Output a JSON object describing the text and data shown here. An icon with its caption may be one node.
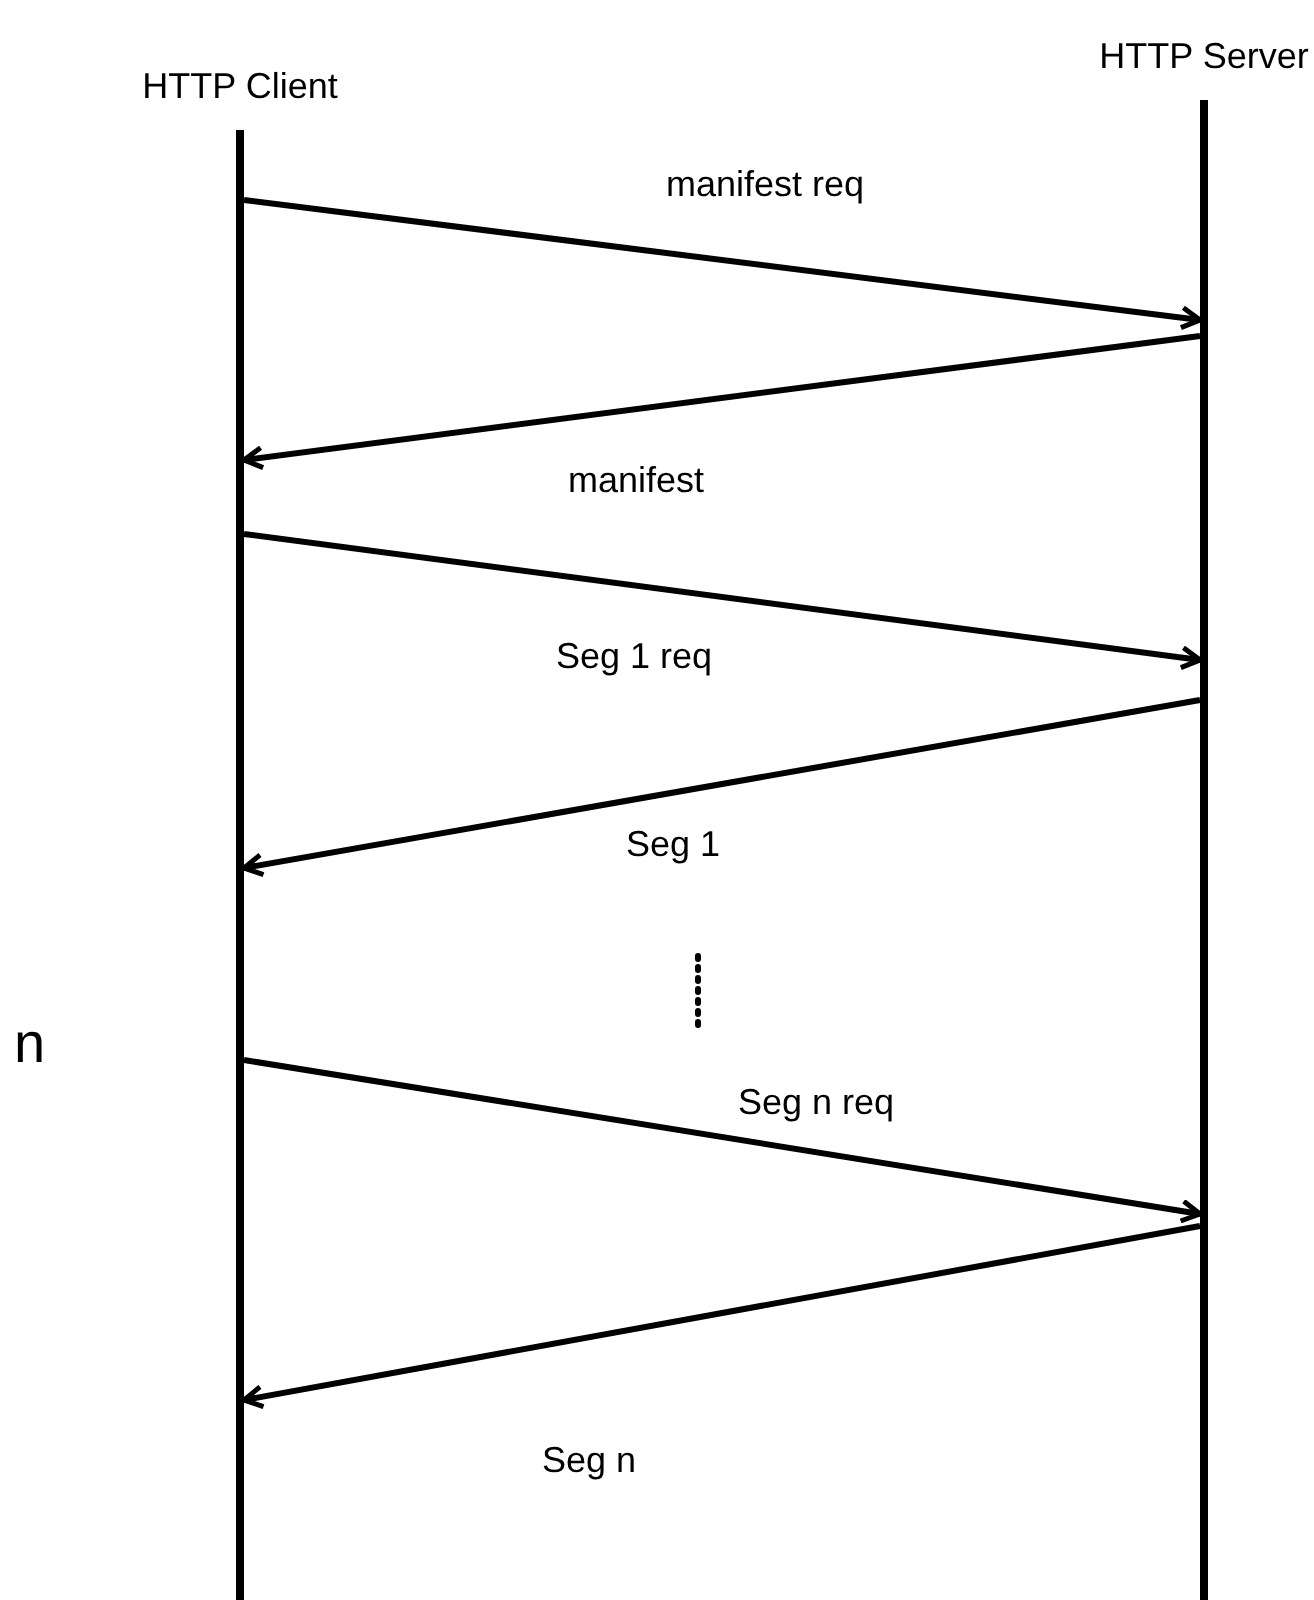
{
  "diagram": {
    "nodes": [
      {
        "text": [
          "HTTP Client"
        ]
      },
      {
        "text": [
          "HTTP Server"
        ]
      }
    ],
    "edges": [
      {
        "from": 0,
        "to": 1,
        "arrow": "to",
        "label": "manifest req"
      },
      {
        "from": 1,
        "to": 0,
        "arrow": "to",
        "label": "manifest"
      },
      {
        "from": 0,
        "to": 1,
        "arrow": "to",
        "label": "Seg 1 req"
      },
      {
        "from": 1,
        "to": 0,
        "arrow": "to",
        "label": "Seg 1"
      },
      {
        "from": 0,
        "to": 1,
        "arrow": "to",
        "label": "Seg n req"
      },
      {
        "from": 1,
        "to": 0,
        "arrow": "to",
        "label": "Seg n"
      }
    ],
    "labels": [
      "n"
    ]
  }
}
